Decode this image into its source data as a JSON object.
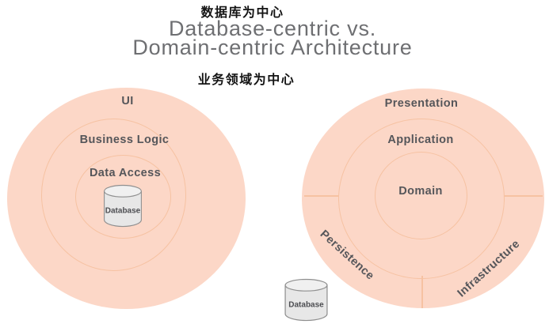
{
  "annotations": {
    "top": "数据库为中心",
    "bottom": "业务领域为中心"
  },
  "title": {
    "line1": "Database-centric vs.",
    "line2": "Domain-centric Architecture"
  },
  "left_diagram": {
    "name": "Database-centric",
    "layers": [
      "UI",
      "Business Logic",
      "Data Access"
    ],
    "database_label": "Database"
  },
  "right_diagram": {
    "name": "Domain-centric",
    "layers": [
      "Presentation",
      "Application",
      "Domain"
    ],
    "segments": [
      "Persistence",
      "Infrastructure"
    ],
    "database_label": "Database"
  },
  "colors": {
    "circle_fill": "#fcd7c7",
    "ring_stroke": "#f6c2a2",
    "title_text": "#6e6f72",
    "label_text": "#55565a",
    "annotation_text": "#141414",
    "cylinder_fill": "#e7e7e7",
    "cylinder_top": "#f0f0f0",
    "cylinder_stroke": "#8f8f8f"
  }
}
